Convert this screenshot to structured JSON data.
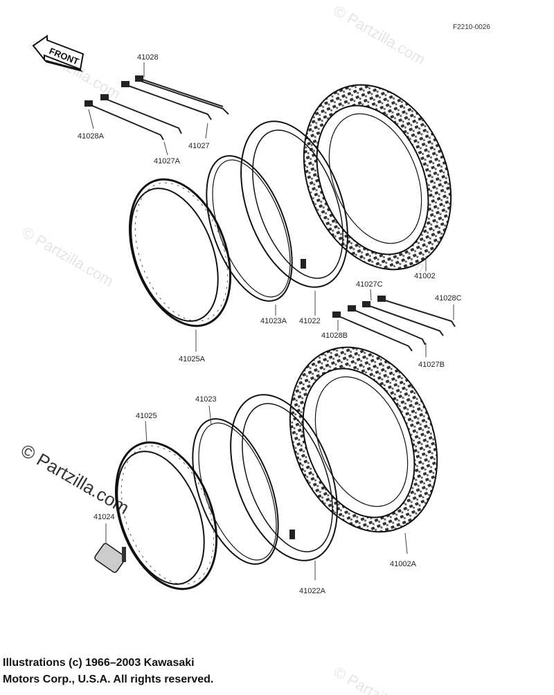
{
  "drawing_code": "F2210-0026",
  "front_label": "FRONT",
  "watermark": {
    "text": "© Partzilla.com"
  },
  "parts": [
    {
      "id": "41028",
      "label": "41028"
    },
    {
      "id": "41028A",
      "label": "41028A"
    },
    {
      "id": "41027",
      "label": "41027"
    },
    {
      "id": "41027A",
      "label": "41027A"
    },
    {
      "id": "41002",
      "label": "41002"
    },
    {
      "id": "41027C",
      "label": "41027C"
    },
    {
      "id": "41028C",
      "label": "41028C"
    },
    {
      "id": "41023A",
      "label": "41023A"
    },
    {
      "id": "41022",
      "label": "41022"
    },
    {
      "id": "41028B",
      "label": "41028B"
    },
    {
      "id": "41027B",
      "label": "41027B"
    },
    {
      "id": "41025A",
      "label": "41025A"
    },
    {
      "id": "41023",
      "label": "41023"
    },
    {
      "id": "41025",
      "label": "41025"
    },
    {
      "id": "41024",
      "label": "41024"
    },
    {
      "id": "41002A",
      "label": "41002A"
    },
    {
      "id": "41022A",
      "label": "41022A"
    }
  ],
  "copyright": {
    "line1": "Illustrations (c) 1966–2003 Kawasaki",
    "line2": "Motors Corp., U.S.A.  All rights reserved."
  }
}
